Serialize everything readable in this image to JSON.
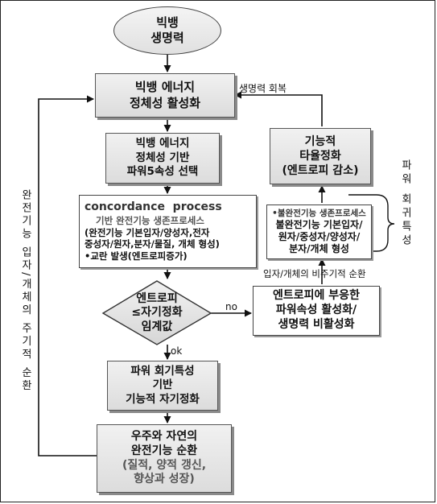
{
  "nodes": {
    "start": [
      "빅뱅",
      "생명력"
    ],
    "energy_activation": [
      "빅뱅 에너지",
      "정체성 활성화"
    ],
    "power_selection": [
      "빅뱅 에너지",
      "정체성 기반",
      "파워5속성 선택"
    ],
    "concordance": {
      "title": "concordance  process",
      "subtitle": "기반 완전기능 생존프로세스",
      "lines": [
        "(완전기능 기본입자/양성자,전자",
        "중성자/원자,분자/물질, 개체 형성)",
        "•교란 발생(엔트로피증가)"
      ]
    },
    "entropy_decision": [
      "엔트로피",
      "≤자기정화",
      "임계값"
    ],
    "power_regression": [
      "파워 회기특성",
      "기반",
      "기능적 자기정화"
    ],
    "cosmos_cycle": [
      "우주와 자연의",
      "완전기능 순환",
      "(질적, 양적 갱신,",
      "향상과 성장)"
    ],
    "entropy_response": [
      "엔트로피에 부응한",
      "파워속성 활성화/",
      "생명력 비활성화"
    ],
    "incomplete_process": {
      "title": "•불완전기능 생존프로세스",
      "lines": [
        "불완전기능 기본입자/",
        "원자/중성자/양성자/",
        "분자/개체 형성"
      ]
    },
    "functional_reorg": [
      "기능적",
      "타율정화",
      "(엔트로피 감소)"
    ]
  },
  "labels": {
    "no": "no",
    "ok": "ok",
    "recovery": "생명력 회복",
    "nonperiodic": "입자/개체의 비주기적  순환",
    "periodic_vertical": "완전기능 입자/개체의 주기적 순환",
    "power_regression_vertical": "파워 회귀특성"
  }
}
